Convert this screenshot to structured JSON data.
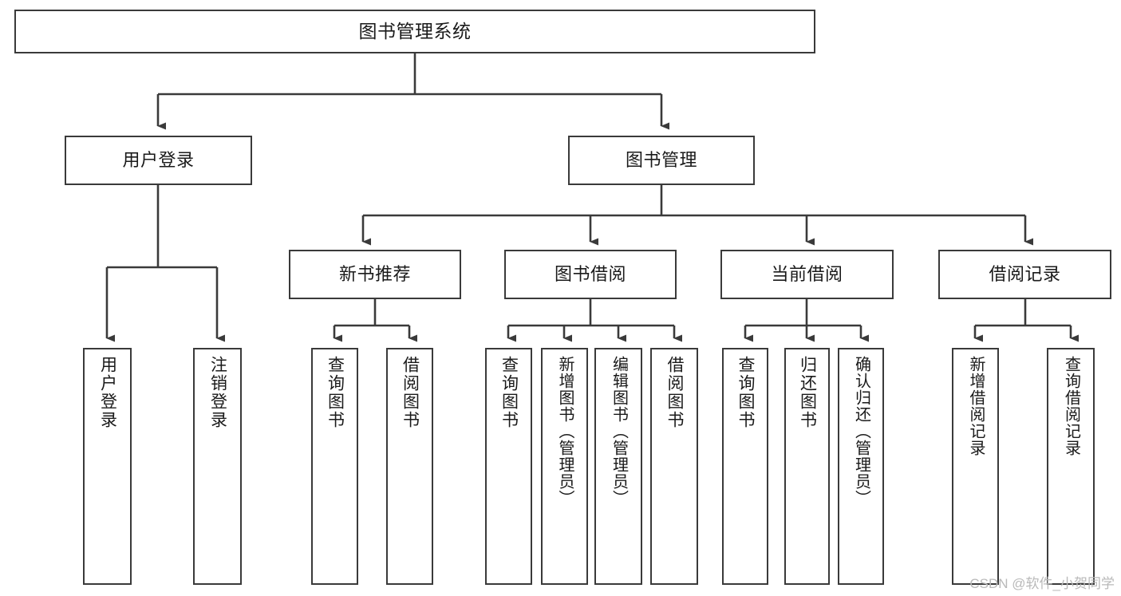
{
  "diagram": {
    "title": "图书管理系统",
    "type": "tree-hierarchy",
    "watermark": "CSDN @软件_小贺同学",
    "colors": {
      "background": "#ffffff",
      "box_border": "#3a3a3a",
      "box_fill": "#ffffff",
      "text": "#1a1a1a",
      "edge": "#3a3a3a",
      "watermark": "#b9b9b9"
    },
    "nodes": {
      "root": {
        "label": "图书管理系统"
      },
      "level2": [
        {
          "id": "user-login",
          "label": "用户登录"
        },
        {
          "id": "book-manage",
          "label": "图书管理"
        }
      ],
      "level3": [
        {
          "id": "new-book-recommend",
          "label": "新书推荐"
        },
        {
          "id": "book-borrow",
          "label": "图书借阅"
        },
        {
          "id": "current-borrow",
          "label": "当前借阅"
        },
        {
          "id": "borrow-record",
          "label": "借阅记录"
        }
      ],
      "leaves": [
        {
          "id": "leaf-user-login",
          "label": "用户登录",
          "parent": "user-login"
        },
        {
          "id": "leaf-logout-login",
          "label": "注销登录",
          "parent": "user-login"
        },
        {
          "id": "leaf-query-book-1",
          "label": "查询图书",
          "parent": "new-book-recommend"
        },
        {
          "id": "leaf-borrow-book-1",
          "label": "借阅图书",
          "parent": "new-book-recommend"
        },
        {
          "id": "leaf-query-book-2",
          "label": "查询图书",
          "parent": "book-borrow"
        },
        {
          "id": "leaf-add-book",
          "label": "新增图书（管理员）",
          "parent": "book-borrow"
        },
        {
          "id": "leaf-edit-book",
          "label": "编辑图书（管理员）",
          "parent": "book-borrow"
        },
        {
          "id": "leaf-borrow-book-2",
          "label": "借阅图书",
          "parent": "book-borrow"
        },
        {
          "id": "leaf-query-book-3",
          "label": "查询图书",
          "parent": "current-borrow"
        },
        {
          "id": "leaf-return-book",
          "label": "归还图书",
          "parent": "current-borrow"
        },
        {
          "id": "leaf-confirm-return",
          "label": "确认归还（管理员）",
          "parent": "current-borrow"
        },
        {
          "id": "leaf-add-record",
          "label": "新增借阅记录",
          "parent": "borrow-record"
        },
        {
          "id": "leaf-query-record",
          "label": "查询借阅记录",
          "parent": "borrow-record"
        }
      ]
    }
  }
}
